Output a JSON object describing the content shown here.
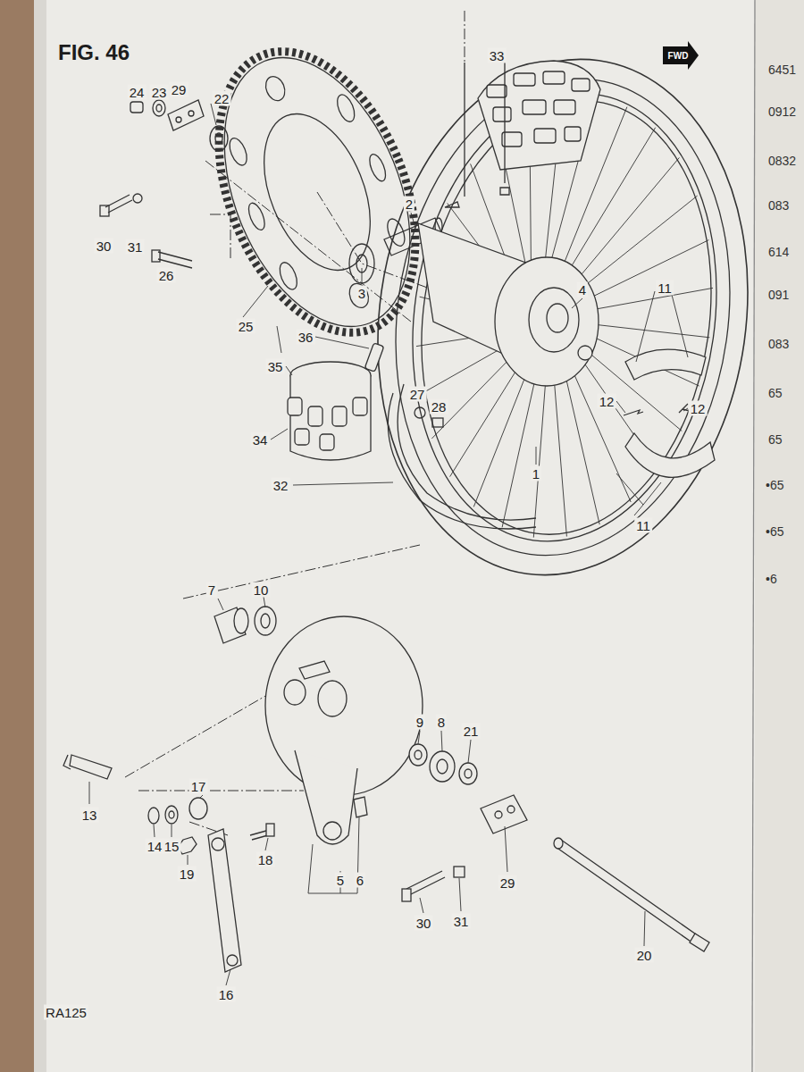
{
  "diagram": {
    "title": "FIG. 46",
    "labels": [
      "24",
      "23",
      "29",
      "22",
      "33",
      "FWD",
      "2",
      "30",
      "31",
      "26",
      "25",
      "3",
      "4",
      "11",
      "36",
      "35",
      "27",
      "28",
      "34",
      "12",
      "12",
      "32",
      "1",
      "11",
      "7",
      "10",
      "9",
      "8",
      "21",
      "17",
      "13",
      "14",
      "15",
      "18",
      "5",
      "6",
      "19",
      "29",
      "31",
      "30",
      "20",
      "16",
      "RA125",
      "6451",
      "0912",
      "0832",
      "083",
      "614",
      "091",
      "083",
      "65",
      "65",
      "•65",
      "•65",
      "•6"
    ]
  }
}
